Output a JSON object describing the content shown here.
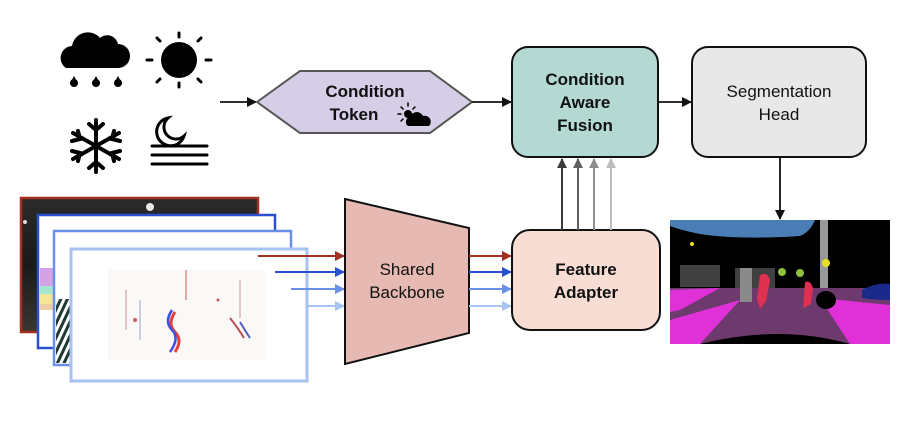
{
  "condition_icons": [
    {
      "name": "rain-cloud-icon",
      "label": "rain"
    },
    {
      "name": "sun-icon",
      "label": "day"
    },
    {
      "name": "snowflake-icon",
      "label": "snow"
    },
    {
      "name": "moon-fog-icon",
      "label": "night/fog"
    }
  ],
  "nodes": {
    "condition_token": {
      "line1": "Condition",
      "line2": "Token",
      "icon": "partly-cloudy-icon",
      "fill": "#d6cde6"
    },
    "fusion": {
      "line1": "Condition",
      "line2": "Aware",
      "line3": "Fusion",
      "fill": "#b4d9d2"
    },
    "seg_head": {
      "line1": "Segmentation",
      "line2": "Head",
      "fill": "#e8e8e8"
    },
    "backbone": {
      "line1": "Shared",
      "line2": "Backbone",
      "fill": "#e6bab2"
    },
    "adapter": {
      "line1": "Feature",
      "line2": "Adapter",
      "fill": "#f8ddd5"
    }
  },
  "input_frames": [
    {
      "modality": "rgb-night",
      "border": "#a33020"
    },
    {
      "modality": "lidar",
      "border": "#2a4fd0"
    },
    {
      "modality": "depth",
      "border": "#6a8fe6"
    },
    {
      "modality": "event",
      "border": "#a8c2f2"
    }
  ],
  "stream_colors": [
    "#a33020",
    "#2a4fd0",
    "#6a8fe6",
    "#a8c2f2"
  ],
  "fusion_arrow_colors": [
    "#3a3a3a",
    "#5f5f5f",
    "#8f8f8f",
    "#bdbdbd"
  ],
  "output": {
    "name": "segmentation-output",
    "description": "semantic segmentation map"
  }
}
